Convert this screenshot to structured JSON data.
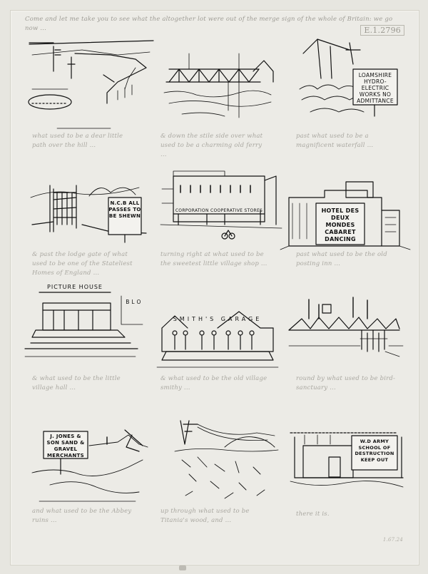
{
  "sheet": {
    "top_note": "Come and let me take you to see what the altogether lot were out of the merge sign of the whole of Britain: we go now ...",
    "ref_number": "E.1.2796",
    "bottom_ref": "1.67.24"
  },
  "panels": [
    {
      "caption": "what used to be a dear little path over the hill ..."
    },
    {
      "caption": "& down the stile side over what used to be a charming old ferry ..."
    },
    {
      "caption": "past what used to be a magnificent waterfall ..."
    },
    {
      "caption": "& past the lodge gate of what used to be one of the Stateliest Homes of England ..."
    },
    {
      "caption": "turning right at what used to be the sweetest little village shop ..."
    },
    {
      "caption": "past what used to be the old posting inn ..."
    },
    {
      "caption": "& what used to be the little village hall ..."
    },
    {
      "caption": "& what used to be the old village smithy ..."
    },
    {
      "caption": "round by what used to be bird-sanctuary ..."
    },
    {
      "caption": "and what used to be the Abbey ruins ..."
    },
    {
      "caption": "up through what used to be Titania's wood, and ..."
    },
    {
      "caption": "there it is."
    }
  ],
  "signs": {
    "hydro": "LOAMSHIRE HYDRO-ELECTRIC WORKS NO ADMITTANCE",
    "ncb": "N.C.B ALL PASSES TO BE SHEWN",
    "shop": "CORPORATION COOPERATIVE STORES",
    "hotel": "HOTEL DES DEUX MONDES CABARET DANCING",
    "picture": "PICTURE HOUSE",
    "bingo": "B L O",
    "garage": "SMITH'S GARAGE",
    "sand": "J. JONES & SON SAND & GRAVEL MERCHANTS",
    "wd": "W.D ARMY SCHOOL OF DESTRUCTION KEEP OUT"
  },
  "colors": {
    "paper": "#ecebe6",
    "ink": "#111111",
    "pencil": "#a9a7a0"
  }
}
